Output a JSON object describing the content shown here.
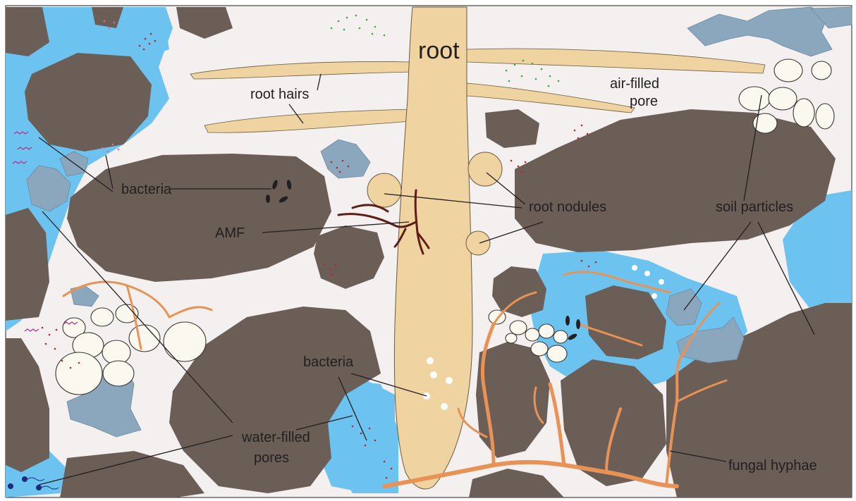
{
  "labels": {
    "root": "root",
    "root_hairs": "root hairs",
    "air_filled_pore_1": "air-filled",
    "air_filled_pore_2": "pore",
    "bacteria_left": "bacteria",
    "bacteria_center": "bacteria",
    "root_nodules": "root nodules",
    "amf": "AMF",
    "soil_particles": "soil particles",
    "water_filled_pores_1": "water-filled",
    "water_filled_pores_2": "pores",
    "fungal_hyphae": "fungal hyphae"
  },
  "colors": {
    "air_pore": "#f3f0ef",
    "water": "#6cc3ef",
    "soil_particle": "#6b5e57",
    "small_particle": "#8aa7bd",
    "root": "#efd3a0",
    "hyphae": "#e89355",
    "amf": "#5d1e1a",
    "bacteria_dark": "#231f20",
    "bacteria_red": "#b9232f",
    "bacteria_green": "#3aa64a",
    "white_particle": "#fbf8f0"
  }
}
